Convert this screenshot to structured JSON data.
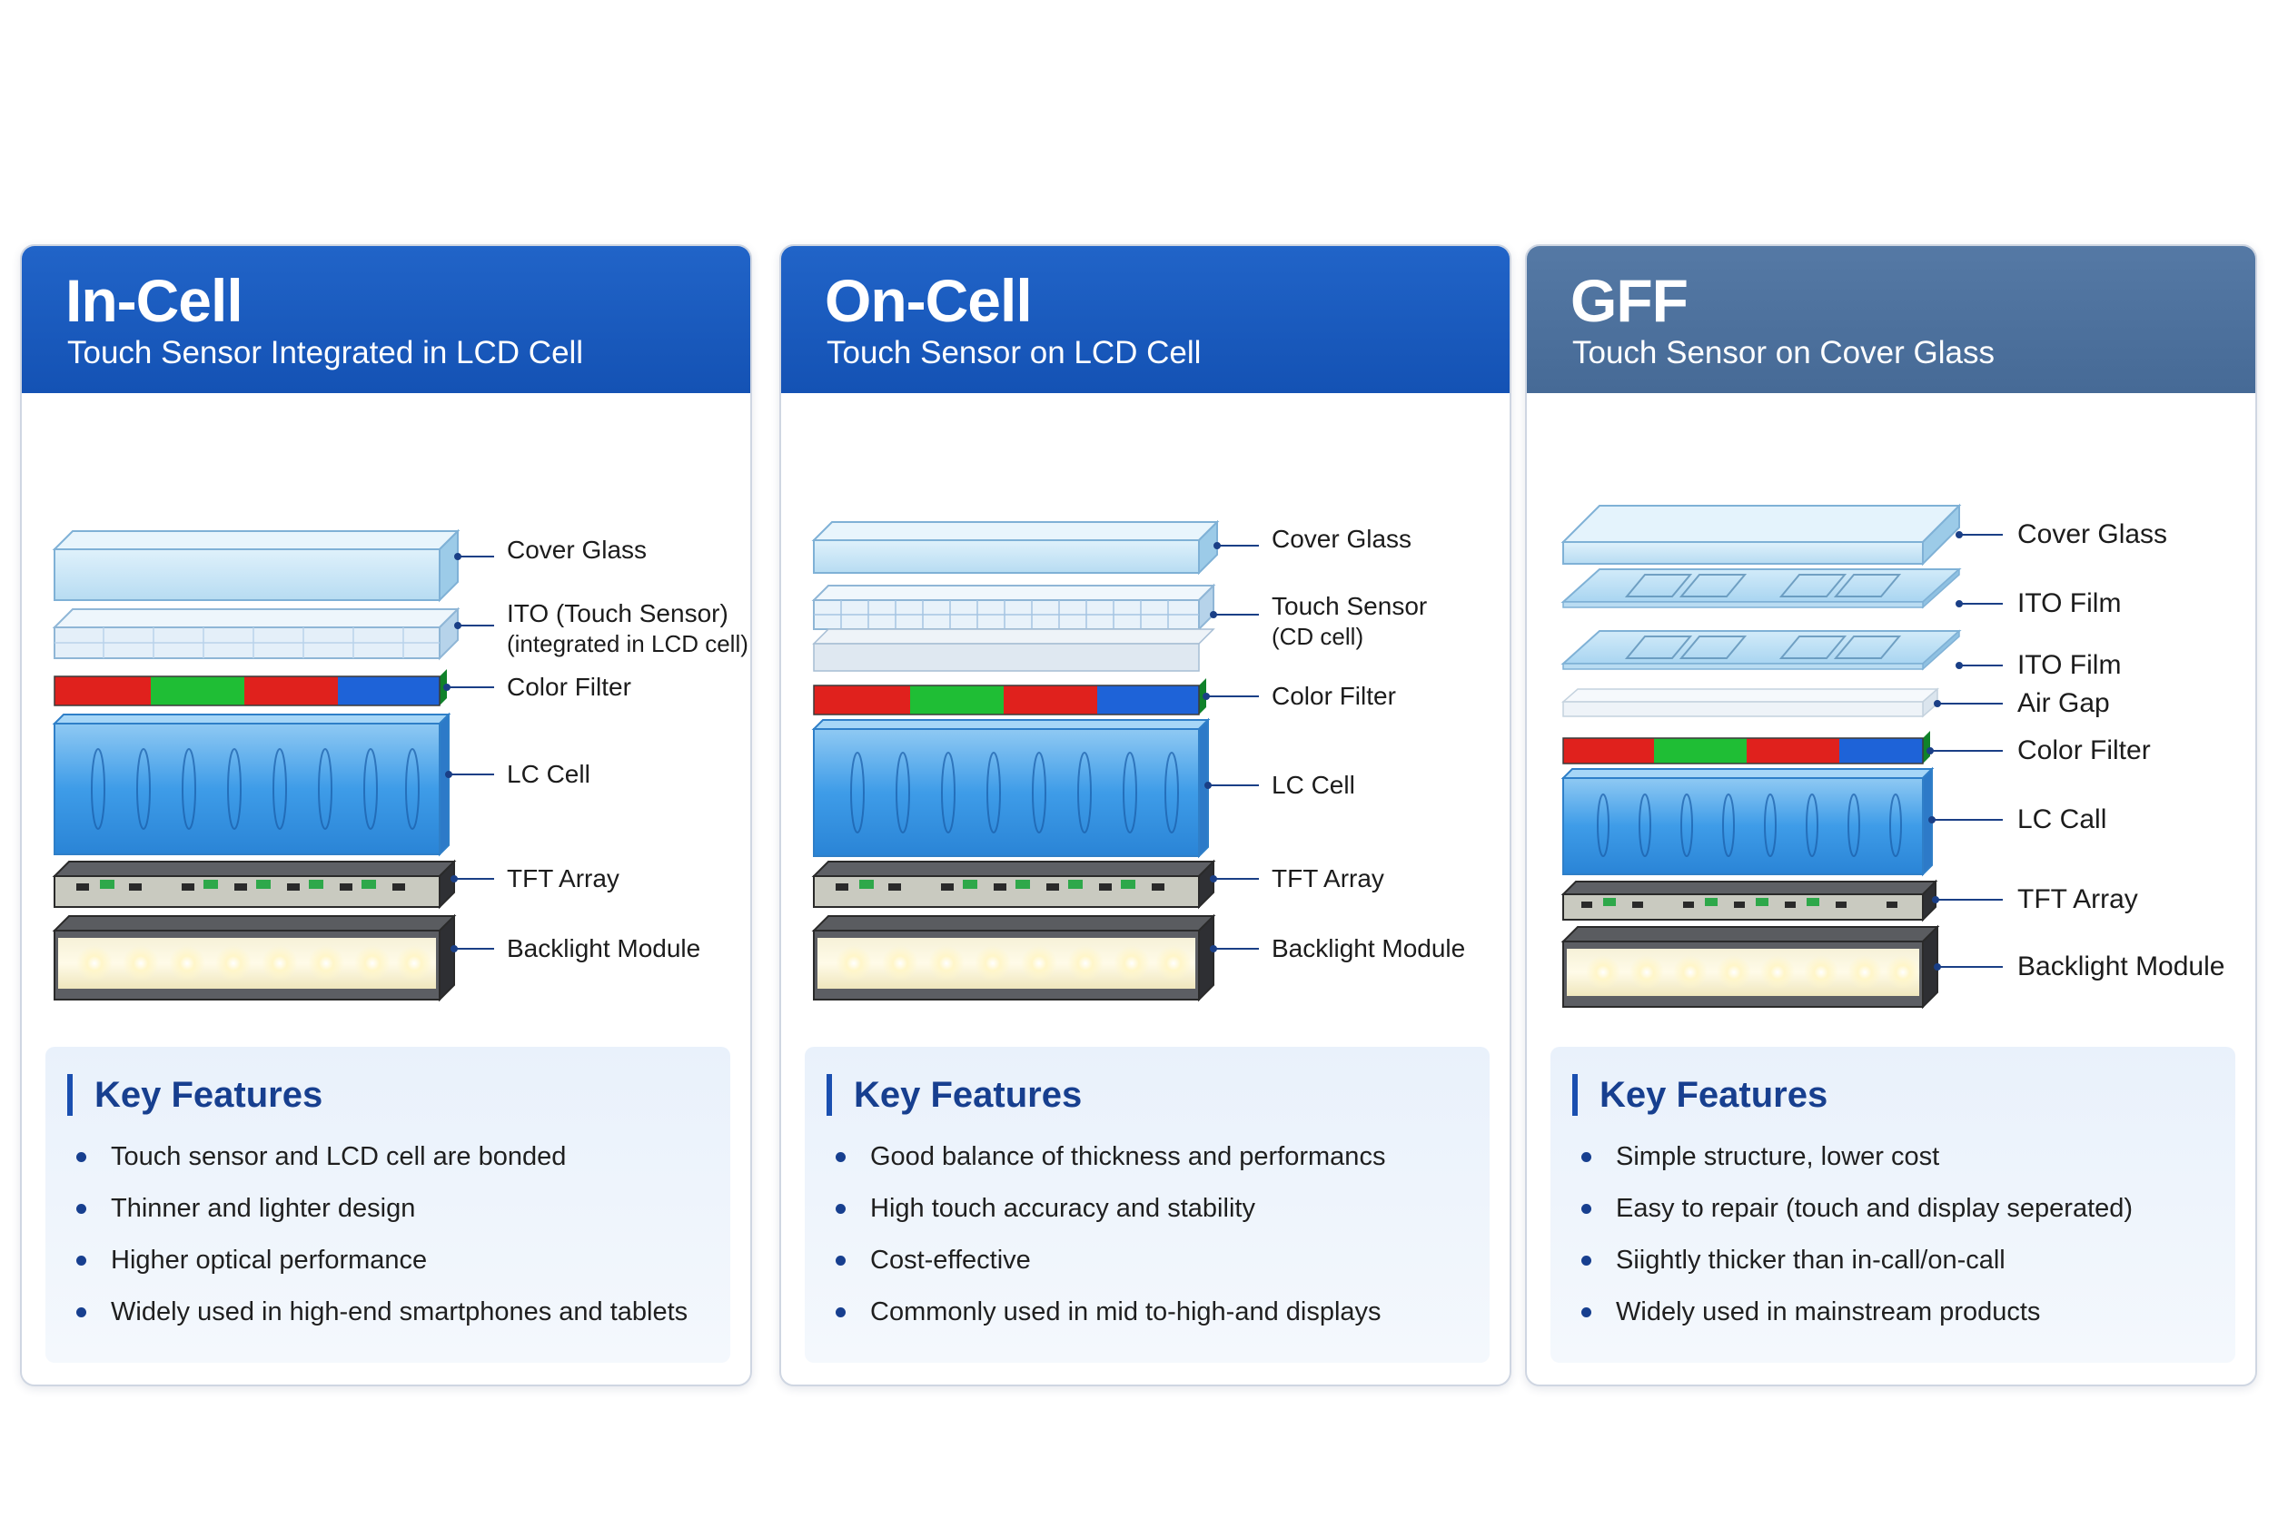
{
  "panels": [
    {
      "id": "incell",
      "title": "In-Cell",
      "subtitle": "Touch Sensor Integrated in LCD Cell",
      "layers": [
        {
          "label": "Cover Glass"
        },
        {
          "label": "ITO (Touch Sensor)",
          "sublabel": "(integrated in LCD cell)"
        },
        {
          "label": "Color Filter"
        },
        {
          "label": "LC Cell"
        },
        {
          "label": "TFT Array"
        },
        {
          "label": "Backlight Module"
        }
      ],
      "features_title": "Key Features",
      "features": [
        "Touch sensor and LCD cell are bonded",
        "Thinner and lighter design",
        "Higher optical performance",
        "Widely used in high-end smartphones and tablets"
      ]
    },
    {
      "id": "oncell",
      "title": "On-Cell",
      "subtitle": "Touch Sensor on LCD Cell",
      "layers": [
        {
          "label": "Cover Glass"
        },
        {
          "label": "Touch Sensor",
          "sublabel": "(CD cell)"
        },
        {
          "label": "Color Filter"
        },
        {
          "label": "LC Cell"
        },
        {
          "label": "TFT Array"
        },
        {
          "label": "Backlight Module"
        }
      ],
      "features_title": "Key Features",
      "features": [
        "Good balance of thickness and performancs",
        "High touch accuracy and stability",
        "Cost-effective",
        "Commonly used in mid to-high-and displays"
      ]
    },
    {
      "id": "gff",
      "title": "GFF",
      "subtitle": "Touch Sensor on Cover Glass",
      "layers": [
        {
          "label": "Cover Glass"
        },
        {
          "label": "ITO Film"
        },
        {
          "label": "ITO Film"
        },
        {
          "label": "Air Gap"
        },
        {
          "label": "Color Filter"
        },
        {
          "label": "LC Call"
        },
        {
          "label": "TFT Array"
        },
        {
          "label": "Backlight Module"
        }
      ],
      "features_title": "Key Features",
      "features": [
        "Simple structure, lower cost",
        "Easy to repair (touch and display seperated)",
        "Siightly thicker than in-call/on-call",
        "Widely used in mainstream products"
      ]
    }
  ],
  "colors": {
    "header_blue": "#1a5bc4",
    "header_slate": "#4f73a0",
    "features_title": "#173f8f",
    "filter_red": "#e0211d",
    "filter_green": "#1fbe35",
    "filter_blue": "#1e63d8"
  }
}
